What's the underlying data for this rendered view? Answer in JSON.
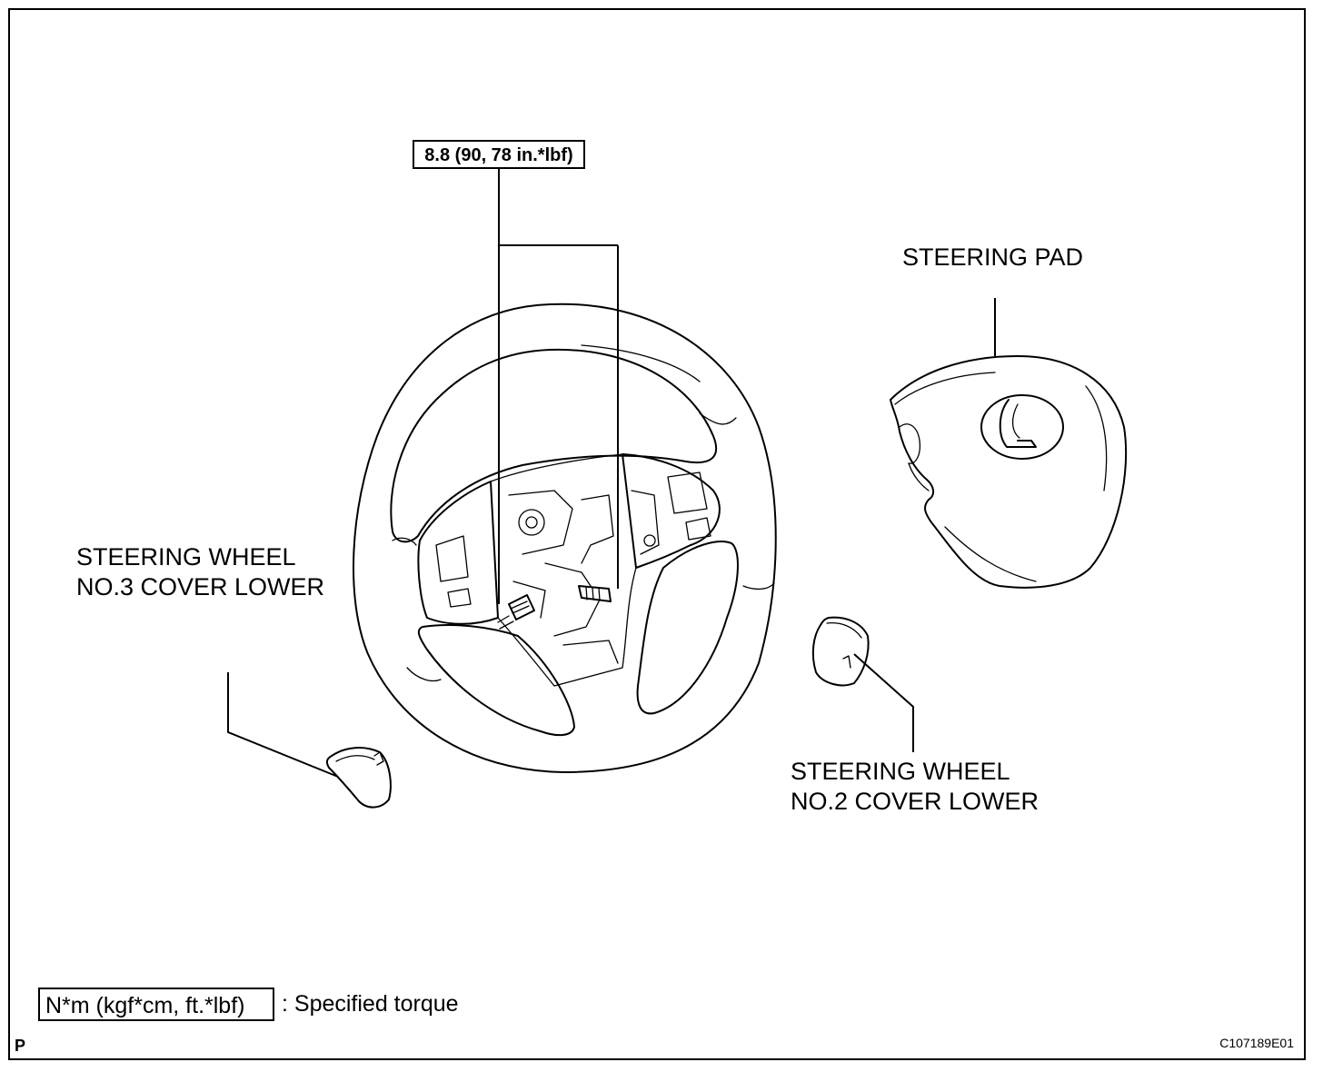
{
  "torque_callout": "8.8 (90, 78 in.*lbf)",
  "labels": {
    "steering_pad": "STEERING PAD",
    "cover3_line1": "STEERING WHEEL",
    "cover3_line2": "NO.3 COVER LOWER",
    "cover2_line1": "STEERING WHEEL",
    "cover2_line2": "NO.2 COVER LOWER"
  },
  "legend": {
    "unit_box": "N*m (kgf*cm, ft.*lbf)",
    "description": ": Specified torque"
  },
  "corner_mark": "P",
  "figure_id": "C107189E01"
}
